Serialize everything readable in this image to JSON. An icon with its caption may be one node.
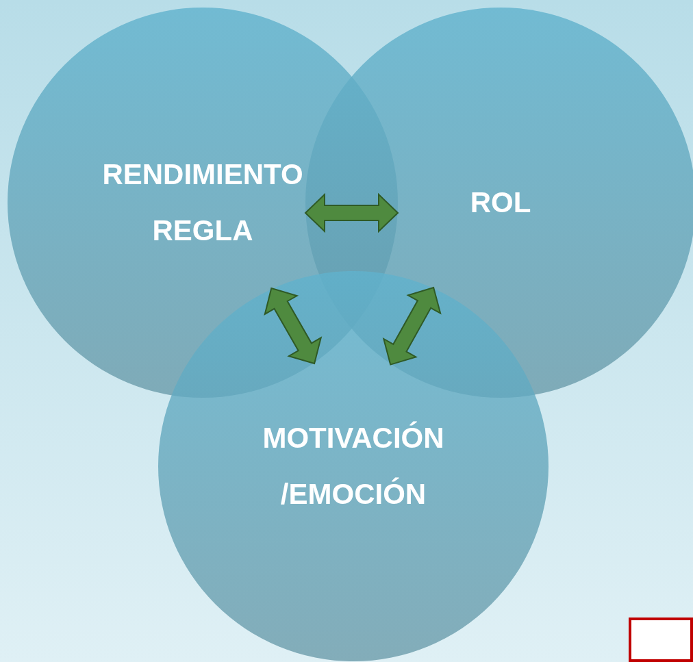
{
  "diagram": {
    "nodes": [
      {
        "text": [
          "RENDIMIENTO REGLA"
        ]
      },
      {
        "text": [
          "ROL"
        ]
      },
      {
        "text": [
          "MOTIVACIÓN /EMOCIÓN"
        ]
      }
    ],
    "edges": [
      {
        "from": 0,
        "to": 1,
        "arrow": "both",
        "style": "thick"
      },
      {
        "from": 0,
        "to": 2,
        "arrow": "both",
        "style": "thick"
      },
      {
        "from": 1,
        "to": 2,
        "arrow": "both",
        "style": "thick"
      }
    ]
  }
}
